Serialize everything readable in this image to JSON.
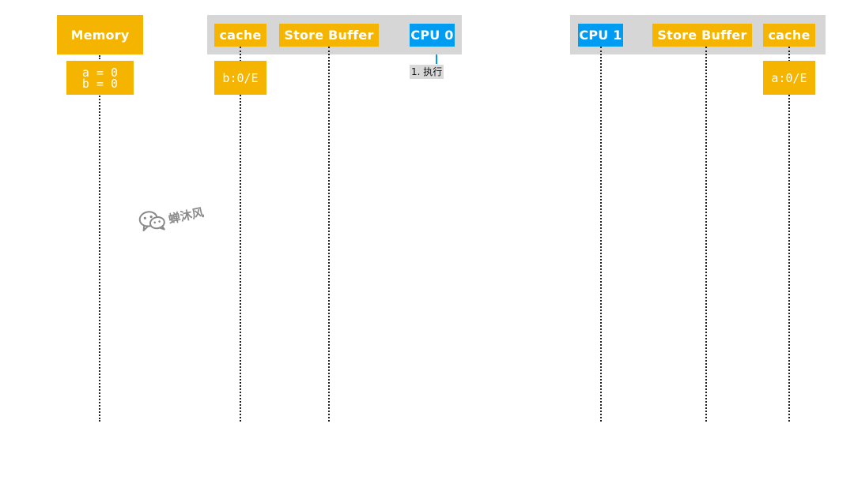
{
  "participants": {
    "memory": {
      "label": "Memory",
      "values": "a = 0\nb = 0"
    },
    "cpu0_cache": {
      "label": "cache",
      "value": "b:0/E"
    },
    "cpu0_store_buffer": {
      "label": "Store Buffer"
    },
    "cpu0": {
      "label": "CPU 0",
      "note": "1. 执行"
    },
    "cpu1": {
      "label": "CPU 1"
    },
    "cpu1_store_buffer": {
      "label": "Store Buffer"
    },
    "cpu1_cache": {
      "label": "cache",
      "value": "a:0/E"
    }
  },
  "watermark": {
    "text": "蝉沐风",
    "icon": "wechat-icon"
  },
  "colors": {
    "orange": "#f5b400",
    "blue": "#009cf1",
    "group_bg": "#d6d6d6",
    "watermark": "#8a8a8a"
  }
}
